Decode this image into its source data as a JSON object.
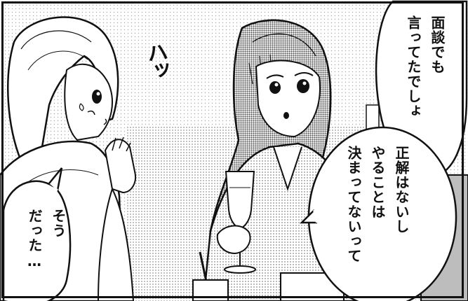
{
  "bubbles": [
    {
      "lines": [
        "面談でも",
        "言ってたでしょ"
      ]
    },
    {
      "lines": [
        "正解はないし",
        "やることは",
        "決まってないって"
      ]
    },
    {
      "lines": [
        "そう",
        "だった…"
      ]
    }
  ],
  "sfx": "ハッ",
  "colors": {
    "ink": "#111111",
    "screen": "#bdbdbd",
    "paper": "#ffffff"
  }
}
